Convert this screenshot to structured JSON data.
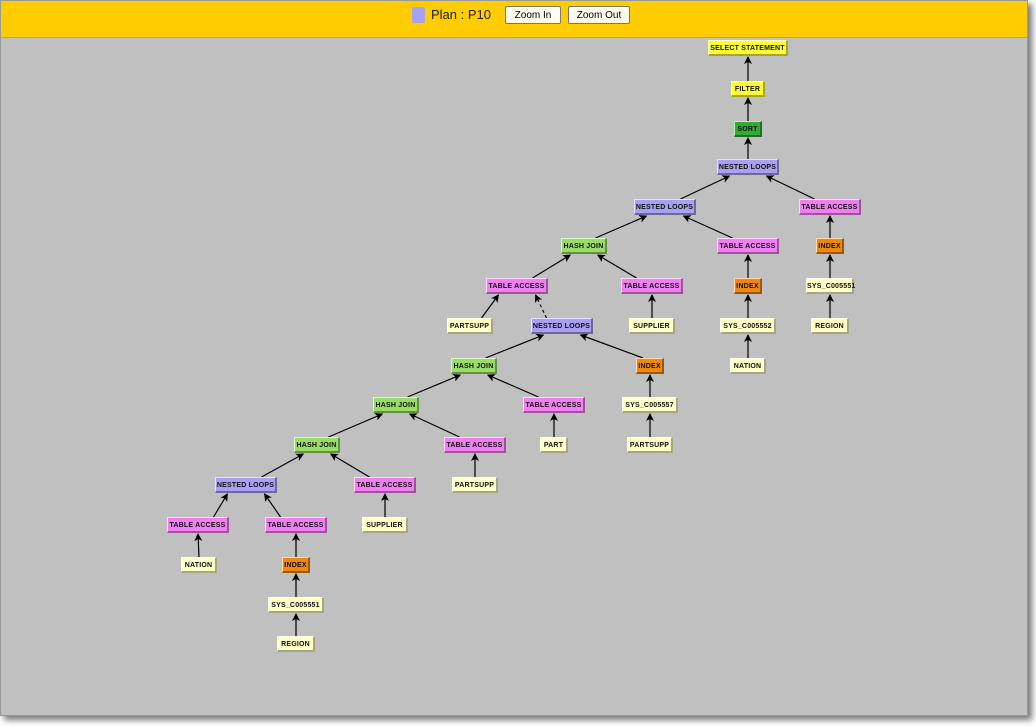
{
  "toolbar": {
    "plan_label": "Plan : P10",
    "zoom_in_label": "Zoom In",
    "zoom_out_label": "Zoom Out"
  },
  "colors": {
    "select": "#ffff33",
    "filter": "#ffff33",
    "sort": "#33aa33",
    "nested": "#a8a0f0",
    "hash": "#99dd66",
    "table": "#f080f0",
    "index": "#ee8811",
    "object": "#ffffc8"
  },
  "nodes": [
    {
      "label": "SELECT STATEMENT",
      "type": "select"
    },
    {
      "label": "FILTER",
      "type": "filter"
    },
    {
      "label": "SORT",
      "type": "sort"
    },
    {
      "label": "NESTED LOOPS",
      "type": "nested"
    },
    {
      "label": "NESTED LOOPS",
      "type": "nested"
    },
    {
      "label": "TABLE ACCESS",
      "type": "table"
    },
    {
      "label": "HASH JOIN",
      "type": "hash"
    },
    {
      "label": "TABLE ACCESS",
      "type": "table"
    },
    {
      "label": "INDEX",
      "type": "index"
    },
    {
      "label": "TABLE ACCESS",
      "type": "table"
    },
    {
      "label": "TABLE ACCESS",
      "type": "table"
    },
    {
      "label": "INDEX",
      "type": "index"
    },
    {
      "label": "SYS_C005551",
      "type": "object"
    },
    {
      "label": "PARTSUPP",
      "type": "object"
    },
    {
      "label": "NESTED LOOPS",
      "type": "nested"
    },
    {
      "label": "SUPPLIER",
      "type": "object"
    },
    {
      "label": "SYS_C005552",
      "type": "object"
    },
    {
      "label": "REGION",
      "type": "object"
    },
    {
      "label": "HASH JOIN",
      "type": "hash"
    },
    {
      "label": "INDEX",
      "type": "index"
    },
    {
      "label": "NATION",
      "type": "object"
    },
    {
      "label": "HASH JOIN",
      "type": "hash"
    },
    {
      "label": "TABLE ACCESS",
      "type": "table"
    },
    {
      "label": "SYS_C005557",
      "type": "object"
    },
    {
      "label": "HASH JOIN",
      "type": "hash"
    },
    {
      "label": "TABLE ACCESS",
      "type": "table"
    },
    {
      "label": "PART",
      "type": "object"
    },
    {
      "label": "PARTSUPP",
      "type": "object"
    },
    {
      "label": "NESTED LOOPS",
      "type": "nested"
    },
    {
      "label": "TABLE ACCESS",
      "type": "table"
    },
    {
      "label": "PARTSUPP",
      "type": "object"
    },
    {
      "label": "TABLE ACCESS",
      "type": "table"
    },
    {
      "label": "TABLE ACCESS",
      "type": "table"
    },
    {
      "label": "SUPPLIER",
      "type": "object"
    },
    {
      "label": "NATION",
      "type": "object"
    },
    {
      "label": "INDEX",
      "type": "index"
    },
    {
      "label": "SYS_C005551",
      "type": "object"
    },
    {
      "label": "REGION",
      "type": "object"
    }
  ],
  "edges": [
    {
      "child": 1,
      "parent": 0
    },
    {
      "child": 2,
      "parent": 1
    },
    {
      "child": 3,
      "parent": 2
    },
    {
      "child": 4,
      "parent": 3
    },
    {
      "child": 5,
      "parent": 3
    },
    {
      "child": 6,
      "parent": 4
    },
    {
      "child": 7,
      "parent": 4
    },
    {
      "child": 8,
      "parent": 5
    },
    {
      "child": 9,
      "parent": 6
    },
    {
      "child": 10,
      "parent": 6
    },
    {
      "child": 11,
      "parent": 7
    },
    {
      "child": 12,
      "parent": 8
    },
    {
      "child": 13,
      "parent": 9
    },
    {
      "child": 14,
      "parent": 9,
      "dashed": true
    },
    {
      "child": 15,
      "parent": 10
    },
    {
      "child": 16,
      "parent": 11
    },
    {
      "child": 17,
      "parent": 12
    },
    {
      "child": 18,
      "parent": 14
    },
    {
      "child": 19,
      "parent": 14
    },
    {
      "child": 20,
      "parent": 16
    },
    {
      "child": 21,
      "parent": 18
    },
    {
      "child": 22,
      "parent": 18
    },
    {
      "child": 23,
      "parent": 19
    },
    {
      "child": 24,
      "parent": 21
    },
    {
      "child": 25,
      "parent": 21
    },
    {
      "child": 26,
      "parent": 22
    },
    {
      "child": 27,
      "parent": 23
    },
    {
      "child": 28,
      "parent": 24
    },
    {
      "child": 29,
      "parent": 24
    },
    {
      "child": 30,
      "parent": 25
    },
    {
      "child": 31,
      "parent": 28
    },
    {
      "child": 32,
      "parent": 28
    },
    {
      "child": 33,
      "parent": 29
    },
    {
      "child": 34,
      "parent": 31
    },
    {
      "child": 35,
      "parent": 32
    },
    {
      "child": 36,
      "parent": 35
    },
    {
      "child": 37,
      "parent": 36
    }
  ]
}
